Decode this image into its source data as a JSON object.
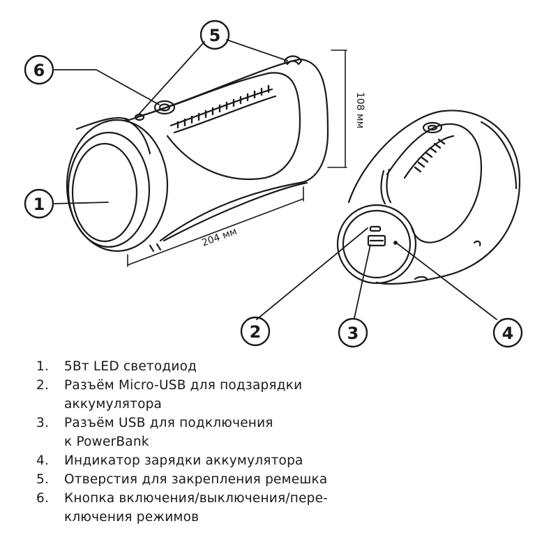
{
  "callouts": {
    "c1": "1",
    "c2": "2",
    "c3": "3",
    "c4": "4",
    "c5": "5",
    "c6": "6"
  },
  "dimensions": {
    "height": "108 мм",
    "length": "204 мм"
  },
  "legend": [
    {
      "num": "1.",
      "lines": [
        "5Вт LED светодиод"
      ]
    },
    {
      "num": "2.",
      "lines": [
        "Разъём Micro-USB для подзарядки",
        "аккумулятора"
      ]
    },
    {
      "num": "3.",
      "lines": [
        "Разъём USB для подключения",
        "к PowerBank"
      ]
    },
    {
      "num": "4.",
      "lines": [
        "Индикатор зарядки аккумулятора"
      ]
    },
    {
      "num": "5.",
      "lines": [
        "Отверстия для закрепления ремешка"
      ]
    },
    {
      "num": "6.",
      "lines": [
        "Кнопка включения/выключения/пере-",
        "ключения режимов"
      ]
    }
  ],
  "colors": {
    "line": "#1a1a1a",
    "background": "#ffffff"
  }
}
